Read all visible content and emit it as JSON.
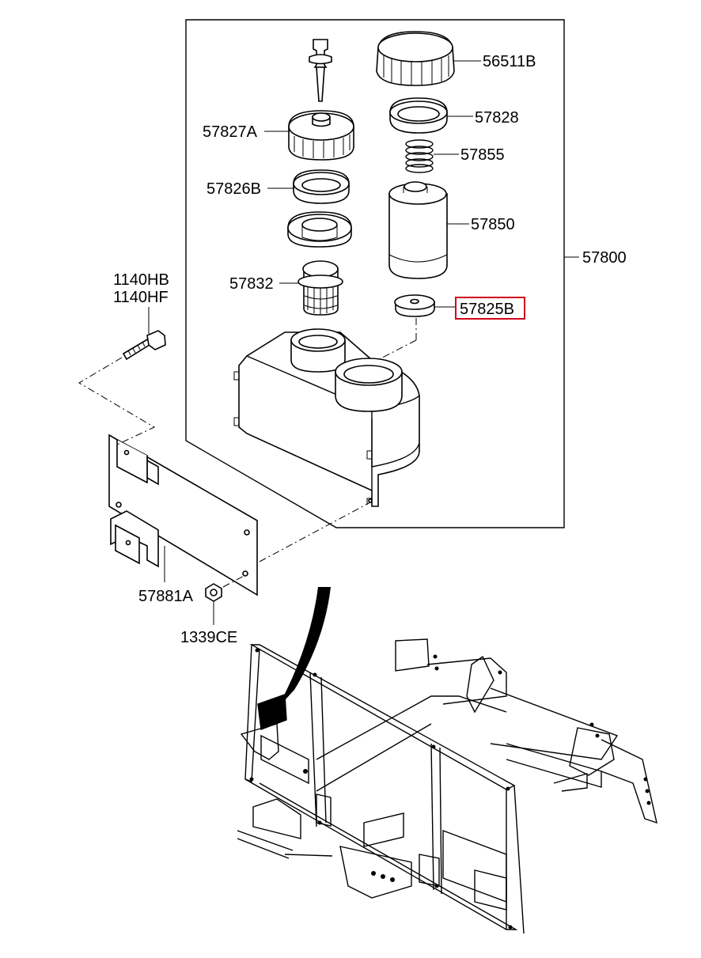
{
  "diagram": {
    "labels": {
      "p56511B": "56511B",
      "p57828": "57828",
      "p57855": "57855",
      "p57850": "57850",
      "p57800": "57800",
      "p57827A": "57827A",
      "p57826B": "57826B",
      "p57832": "57832",
      "p57825B": "57825B",
      "p1140HB": "1140HB",
      "p1140HF": "1140HF",
      "p57881A": "57881A",
      "p1339CE": "1339CE"
    },
    "selected_part": "57825B",
    "highlight_color": "#d0021b"
  }
}
